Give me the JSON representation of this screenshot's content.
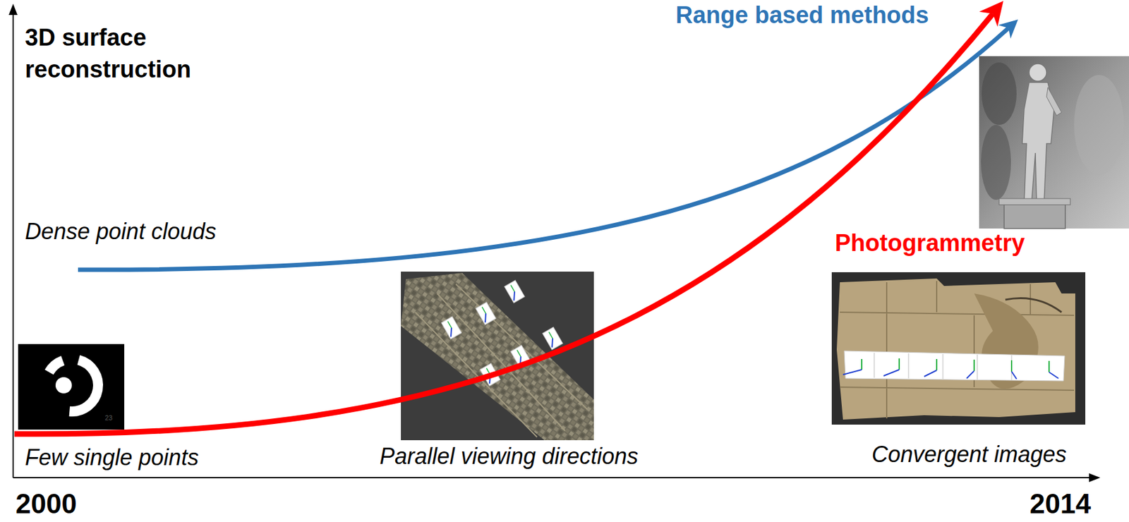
{
  "diagram": {
    "labels": [
      "3D surface reconstruction",
      "Range based methods",
      "Dense point clouds",
      "Photogrammetry",
      "23",
      "Few single points",
      "Parallel viewing directions",
      "Convergent images",
      "2000",
      "2014"
    ]
  }
}
